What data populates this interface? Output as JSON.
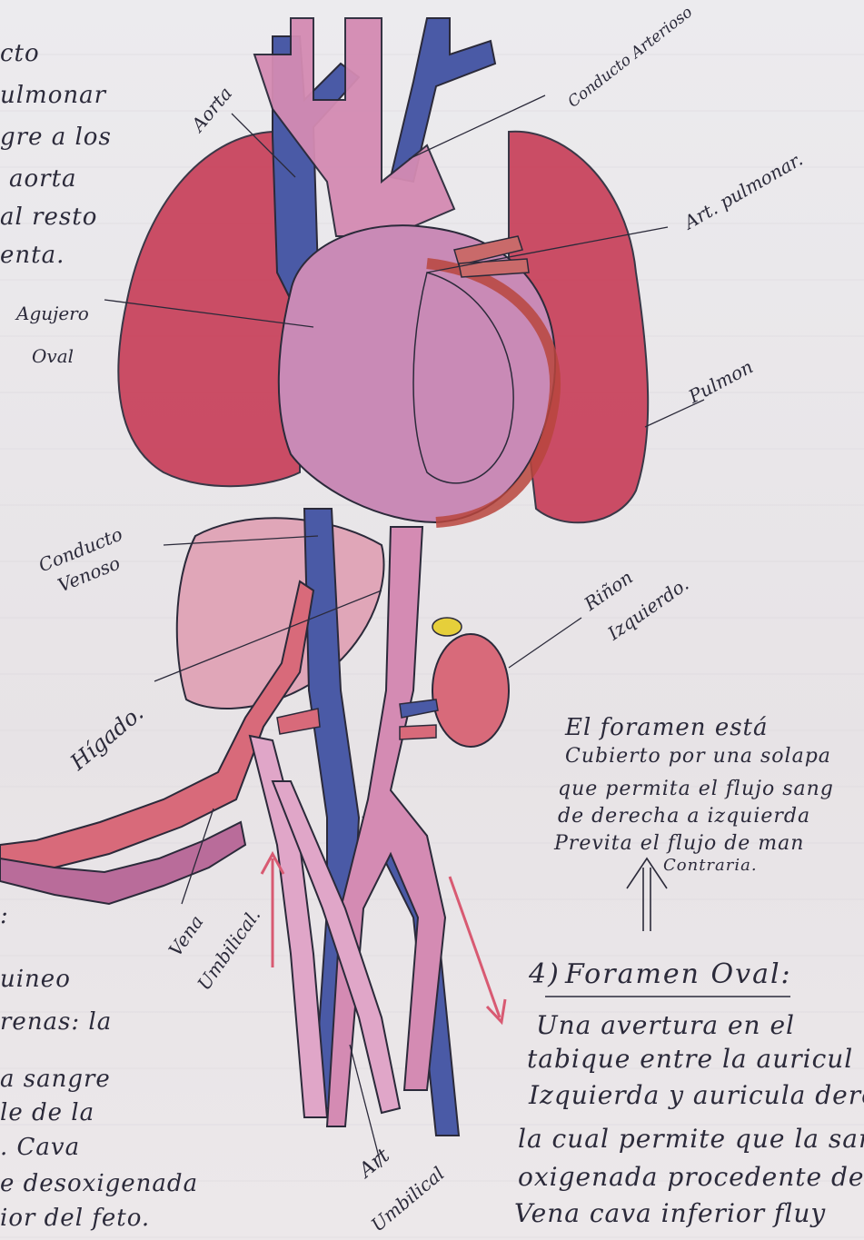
{
  "left_margin_top": [
    "cto",
    "ulmonar",
    "gre a los",
    "aorta",
    "al resto",
    "enta."
  ],
  "left_margin_bottom": [
    ":",
    "uineo",
    "renas: la",
    "a sangre",
    "le de la",
    ". Cava",
    "e desoxigenada",
    "ior del feto."
  ],
  "labels": {
    "aorta": "Aorta",
    "conducto_arterioso": "Conducto Arterioso",
    "arteria_pulmonar": "Art. pulmonar.",
    "agujero_oval": [
      "Agujero",
      "Oval"
    ],
    "pulmon": "Pulmon",
    "conducto_venoso": [
      "Conducto",
      "Venoso"
    ],
    "rinon_izquierdo": [
      "Riñon",
      "Izquierdo."
    ],
    "higado": "Hígado.",
    "vena_umbilical": [
      "Vena",
      "Umbilical."
    ],
    "arteria_umbilical": [
      "Art",
      "Umbilical"
    ]
  },
  "foramen_note": [
    "El foramen está",
    "Cubierto por una solapa",
    "que permita el flujo sang",
    "de derecha a izquierda",
    "Previta el flujo de man",
    "Contraria."
  ],
  "section": {
    "number": "4)",
    "title": "Foramen Oval:",
    "body": [
      "Una avertura en el",
      "tabique entre la auricul",
      "Izquierda y auricula dere",
      "la cual permite que la san",
      "oxigenada procedente de",
      "Vena cava inferior fluy"
    ]
  },
  "colors": {
    "paper": "#e9e6e8",
    "ink": "#2b2a3a",
    "lung": "#c8405a",
    "vein_blue": "#4a5aa6",
    "artery_pink": "#d48bb3",
    "heart": "#c98ab6",
    "arrow_red": "#d85a72"
  }
}
